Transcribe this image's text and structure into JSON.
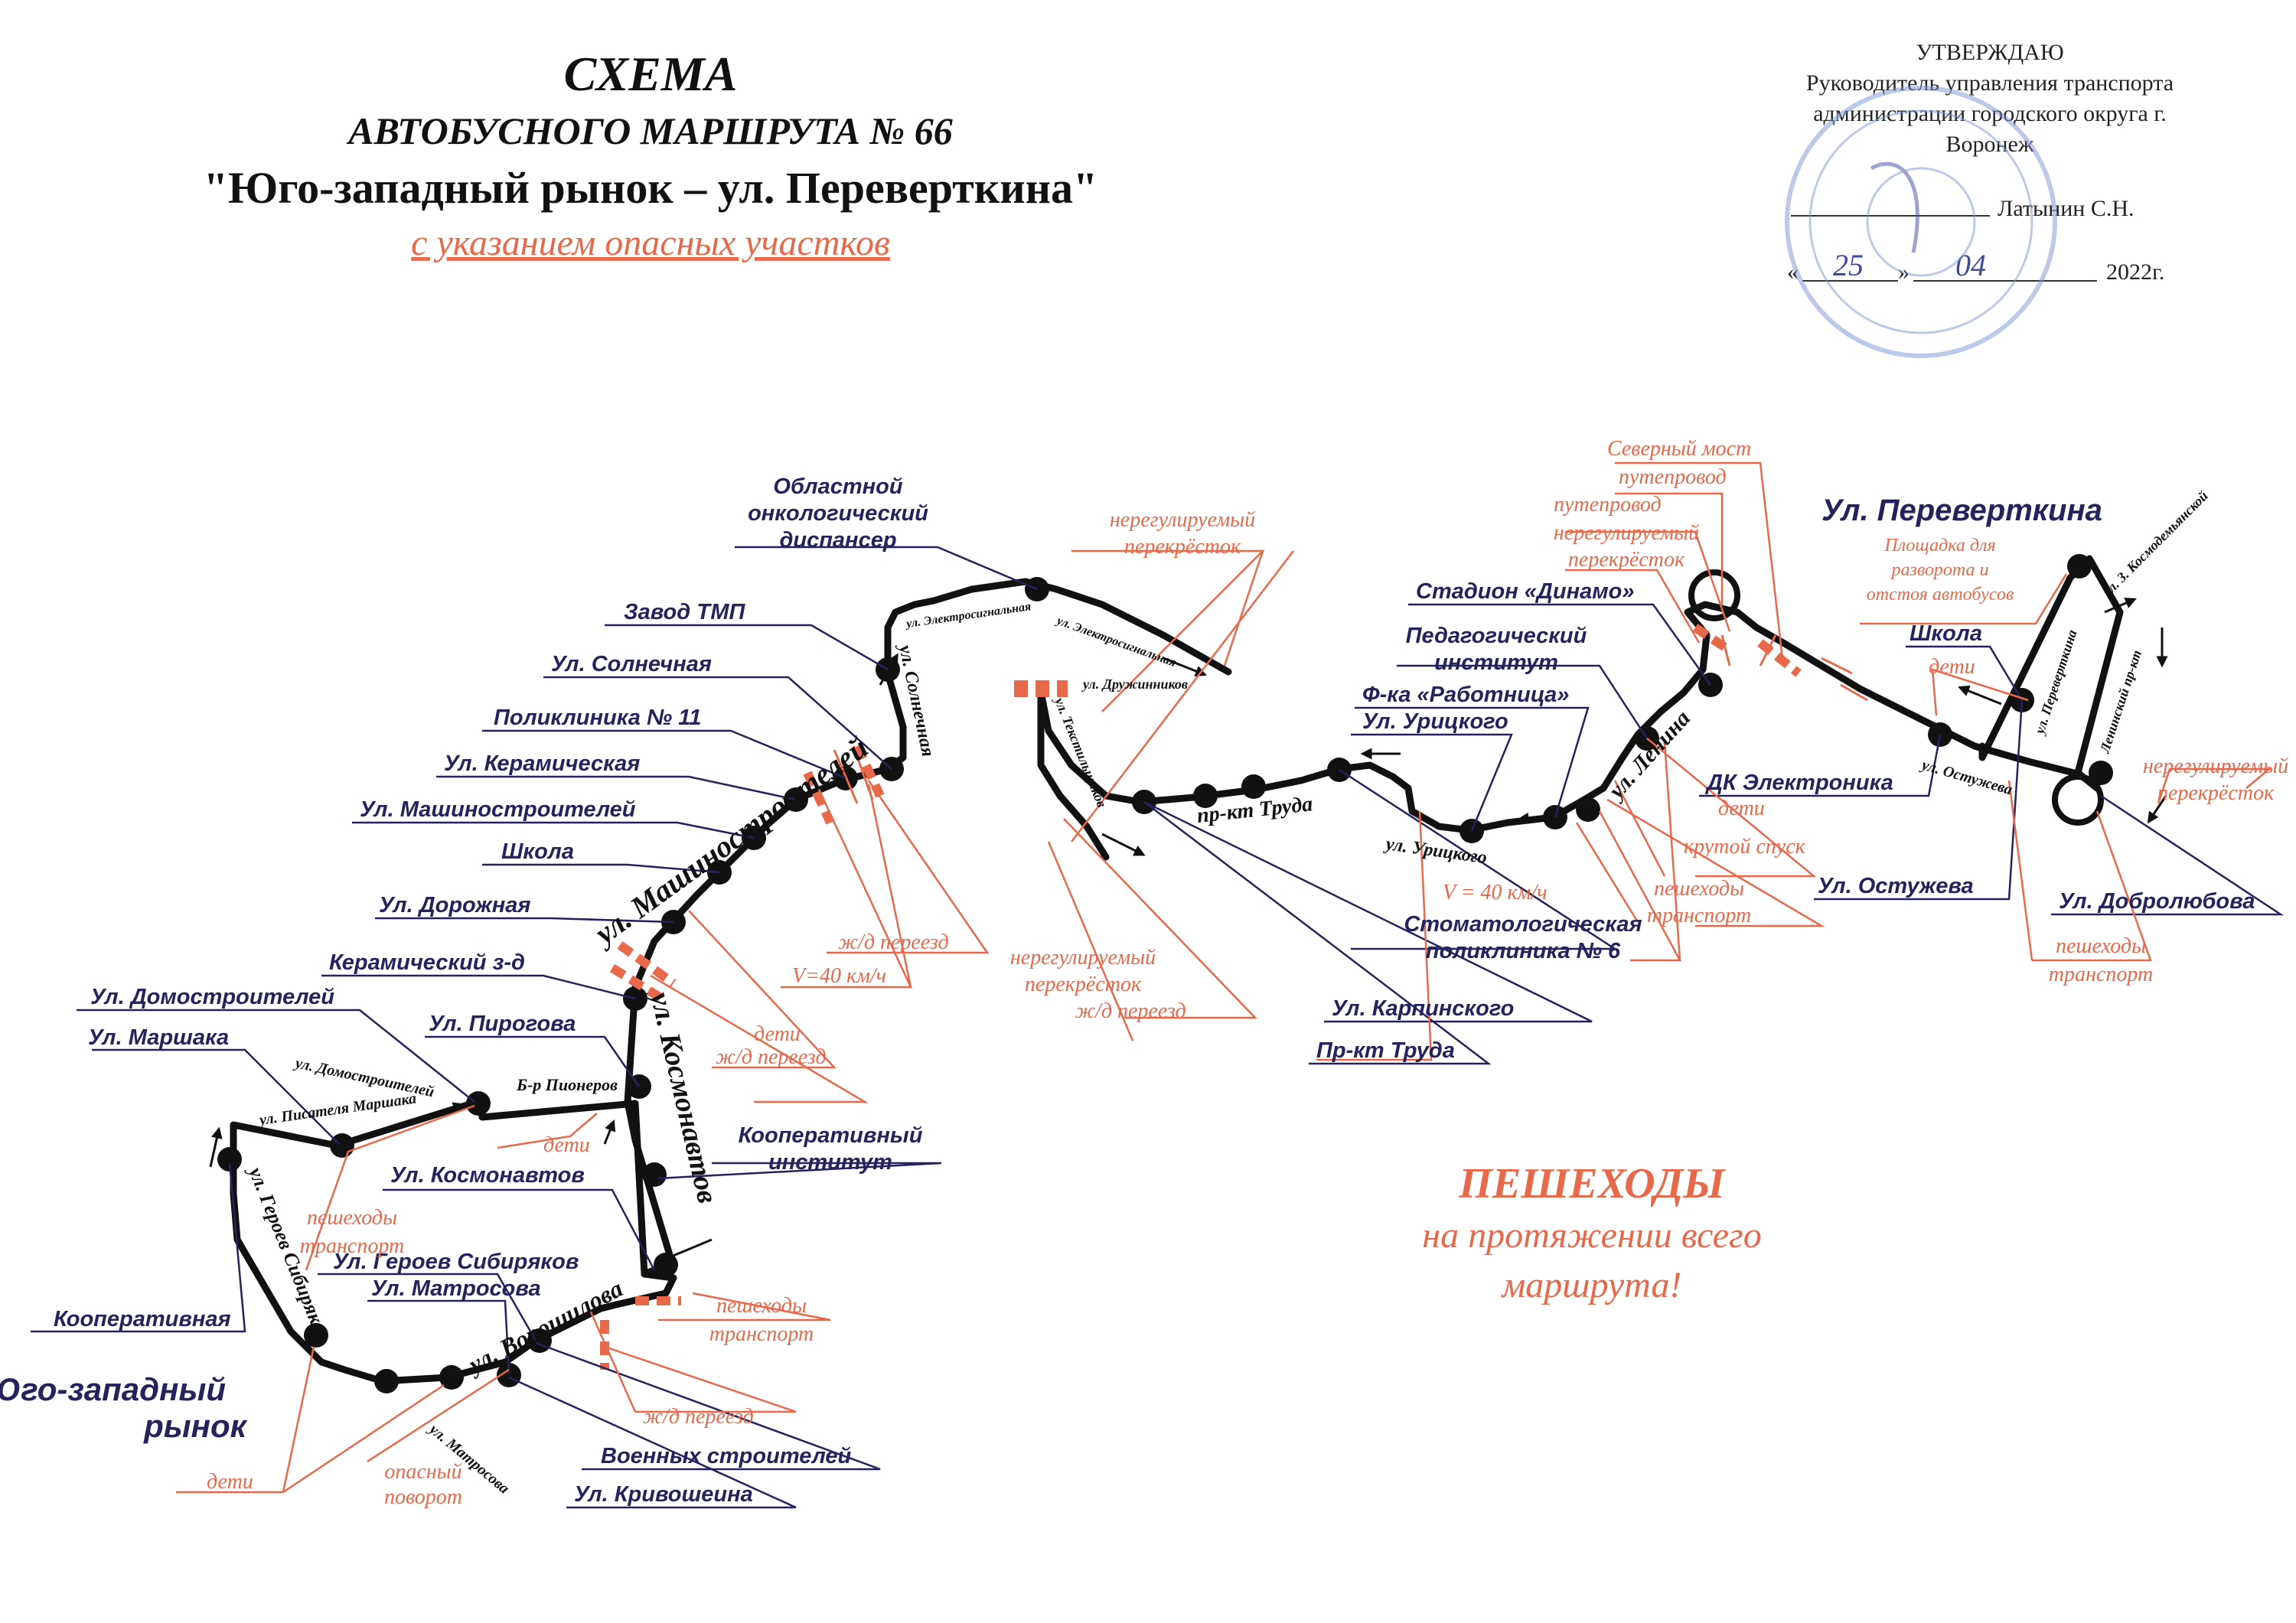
{
  "header": {
    "line1": "СХЕМА",
    "line2": "АВТОБУСНОГО МАРШРУТА № 66",
    "line3": "\"Юго-западный рынок – ул. Переверткина\"",
    "line4": "с указанием опасных участков"
  },
  "approval": {
    "title": "УТВЕРЖДАЮ",
    "line1": "Руководитель управления транспорта",
    "line2": "администрации городского округа г.",
    "line3": "Воронеж",
    "signer": "Латынин С.Н.",
    "quote_open": "«",
    "day": "25",
    "quote_close": "»",
    "month": "04",
    "year": "2022г."
  },
  "note": {
    "line1": "ПЕШЕХОДЫ",
    "line2": "на протяжении всего",
    "line3": "маршрута!"
  },
  "colors": {
    "route": "#111111",
    "stop_label": "#24235e",
    "hazard": "#e8684a",
    "stamp": "#7d94d4"
  },
  "stops": {
    "s01": "Юго-западный",
    "s01b": "рынок",
    "s02": "Кооперативная",
    "s03": "Ул. Маршака",
    "s04": "Ул. Домостроителей",
    "s05": "Ул. Героев Сибиряков",
    "s06": "Ул. Матросова",
    "s07": "Военных строителей",
    "s08": "Ул. Кривошеина",
    "s09": "Ул. Космонавтов",
    "s10": "Кооперативный",
    "s10b": "институт",
    "s11": "Ул. Пирогова",
    "s12": "Керамический з-д",
    "s13": "Ул. Дорожная",
    "s14": "Школа",
    "s15": "Ул. Машиностроителей",
    "s16": "Ул. Керамическая",
    "s17": "Поликлиника № 11",
    "s18": "Ул. Солнечная",
    "s19": "Завод ТМП",
    "s20": "Областной",
    "s20b": "онкологический",
    "s20c": "диспансер",
    "s21": "Ул. Карпинского",
    "s22": "Пр-кт Труда",
    "s23": "Стоматологическая",
    "s23b": "поликлиника № 6",
    "s24": "Ул. Урицкого",
    "s25": "Ф-ка «Работница»",
    "s26": "Педагогический",
    "s26b": "институт",
    "s27": "Стадион «Динамо»",
    "s28": "ДК Электроника",
    "s29": "Ул. Остужева",
    "s30": "Ул. Переверткина",
    "s31": "Школа",
    "s32": "Ул. Добролюбова"
  },
  "streets": {
    "st01": "ул. Героев Сибиряков",
    "st02": "ул. Писателя Маршака",
    "st03": "ул. Домостроителей",
    "st04": "Б-р Пионеров",
    "st05": "ул. Космонавтов",
    "st06": "ул. Ворошилова",
    "st07": "ул. Матросова",
    "st08": "ул. Машиностроителей",
    "st09": "ул. Солнечная",
    "st10": "ул. Электросигнальная",
    "st11": "ул. Электросигнальная",
    "st12": "ул. Дружинников",
    "st13": "ул. Текстильщиков",
    "st14": "пр-кт Труда",
    "st15": "ул. Урицкого",
    "st16": "ул. Ленина",
    "st17": "ул. Остужева",
    "st18": "ул. Переверткина",
    "st19": "Ленинский пр-кт",
    "st20": "ул. З. Космодемьянской"
  },
  "hazards": {
    "h01": "дети",
    "h02": "опасный",
    "h02b": "поворот",
    "h03": "пешеходы",
    "h03b": "транспорт",
    "h04": "дети",
    "h05": "пешеходы",
    "h05b": "транспорт",
    "h06": "ж/д переезд",
    "h07": "ж/д переезд",
    "h08": "дети",
    "h09": "ж/д переезд",
    "h10": "V=40 км/ч",
    "h11": "нерегулируемый",
    "h11b": "перекрёсток",
    "h12": "нерегулируемый",
    "h12b": "перекрёсток",
    "h13": "ж/д переезд",
    "h14": "V = 40 км/ч",
    "h15": "Северный мост",
    "h16": "путепровод",
    "h17": "путепровод",
    "h18": "нерегулируемый",
    "h18b": "перекрёсток",
    "h19": "дети",
    "h20": "крутой спуск",
    "h21": "пешеходы",
    "h21b": "транспорт",
    "h22": "Площадка для",
    "h22b": "разворота и",
    "h22c": "отстоя автобусов",
    "h23": "дети",
    "h24": "нерегулируемый",
    "h24b": "перекрёсток",
    "h25": "пешеходы",
    "h25b": "транспорт"
  }
}
